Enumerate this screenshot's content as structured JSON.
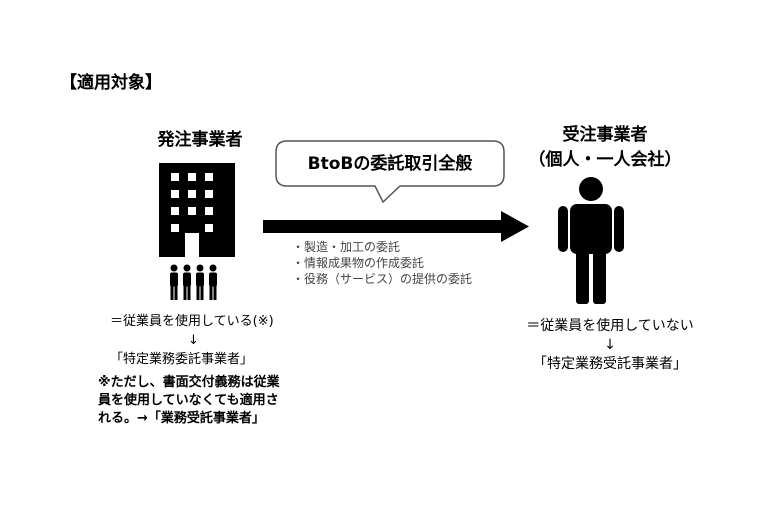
{
  "heading": "【適用対象】",
  "client": {
    "title": "発注事業者"
  },
  "contractor": {
    "title_line1": "受注事業者",
    "title_line2": "（個人・一人会社）"
  },
  "bubble": {
    "text": "BtoBの委託取引全般"
  },
  "transactions": [
    "・製造・加工の委託",
    "・情報成果物の作成委託",
    "・役務（サービス）の提供の委託"
  ],
  "left_info": {
    "line1": "＝従業員を使用している(※)",
    "arrow": "↓",
    "line2": "「特定業務委託事業者」"
  },
  "note": {
    "line1": "※ただし、書面交付義務は従業",
    "line2": "員を使用していなくても適用さ",
    "line3": "れる。→「業務受託事業者」"
  },
  "right_info": {
    "line1": "＝従業員を使用していない",
    "arrow": "↓",
    "line2": "「特定業務受託事業者」"
  },
  "icons": [
    "building-icon",
    "employees-icon",
    "person-icon",
    "arrow-right-icon",
    "speech-bubble-icon"
  ]
}
